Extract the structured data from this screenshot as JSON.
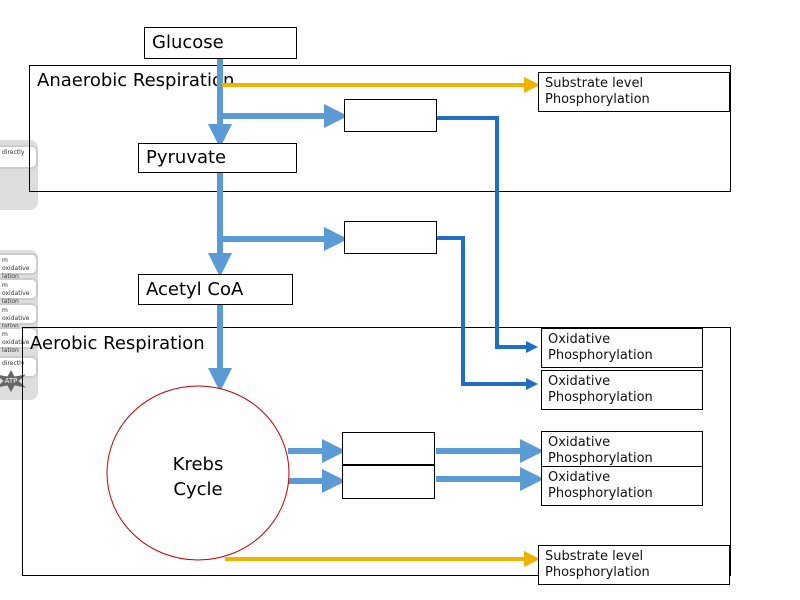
{
  "nodes": {
    "glucose": "Glucose",
    "pyruvate": "Pyruvate",
    "acetyl_coa": "Acetyl CoA",
    "krebs": "Krebs Cycle"
  },
  "regions": {
    "anaerobic": "Anaerobic Respiration",
    "aerobic": "Aerobic Respiration"
  },
  "outputs": {
    "substrate_top": "Substrate level Phosphorylation",
    "oxidative_1": "Oxidative Phosphorylation",
    "oxidative_2": "Oxidative Phosphorylation",
    "oxidative_3": "Oxidative Phosphorylation",
    "oxidative_4": "Oxidative Phosphorylation",
    "substrate_bottom": "Substrate level Phosphorylation"
  },
  "side_panel": {
    "items": [
      "directly",
      "m oxidative lation",
      "m oxidative lation",
      "m oxidative lation",
      "m oxidative lation",
      "directly"
    ],
    "badge": "ATP"
  },
  "colors": {
    "blue_arrow": "#5b9bd5",
    "dark_blue": "#1f6fc5",
    "yellow": "#f0b400",
    "circle": "#c00000"
  }
}
